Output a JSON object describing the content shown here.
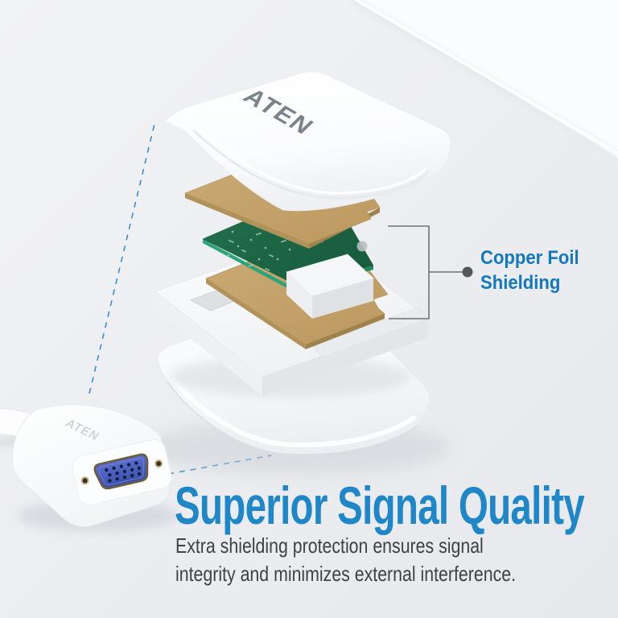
{
  "illustration": {
    "device_logo": "ATEN",
    "adapter_logo": "ATEN"
  },
  "callout": {
    "lines": [
      "Copper Foil",
      "Shielding"
    ],
    "text_color": "#1478bd",
    "line_color": "#6f7275"
  },
  "caption": {
    "title": "Superior Signal Quality",
    "title_color": "#1f86c7",
    "body_lines": [
      "Extra shielding protection ensures signal",
      "integrity and minimizes external interference."
    ],
    "body_color": "#3e4245"
  },
  "colors": {
    "copper_foil": "#c3a06a",
    "pcb_green": "#1e6c49",
    "dashed_zoom_line": "#3a8fd0",
    "vga_port_blue": "#3f58b5",
    "device_shell": "#ffffff"
  }
}
